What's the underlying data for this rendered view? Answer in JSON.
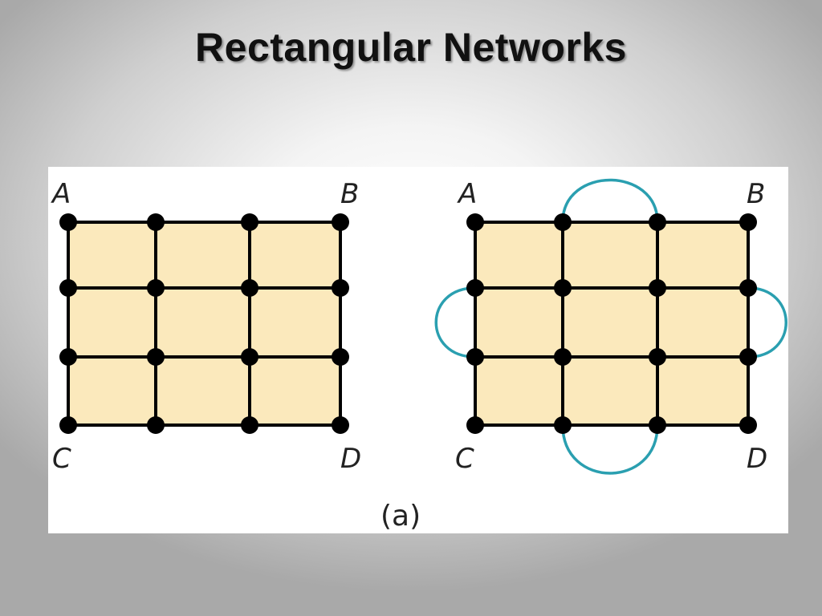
{
  "title": "Rectangular Networks",
  "colors": {
    "cell_fill": "#fbe9bc",
    "edge": "#000000",
    "node": "#000000",
    "loop": "#2a9fb0"
  },
  "networks": [
    {
      "labels": {
        "top_left": "A",
        "top_right": "B",
        "bottom_left": "C",
        "bottom_right": "D"
      },
      "rows": 4,
      "cols": 4,
      "wrap_loops": false
    },
    {
      "labels": {
        "top_left": "A",
        "top_right": "B",
        "bottom_left": "C",
        "bottom_right": "D"
      },
      "rows": 4,
      "cols": 4,
      "wrap_loops": true
    }
  ],
  "caption": "(a)"
}
